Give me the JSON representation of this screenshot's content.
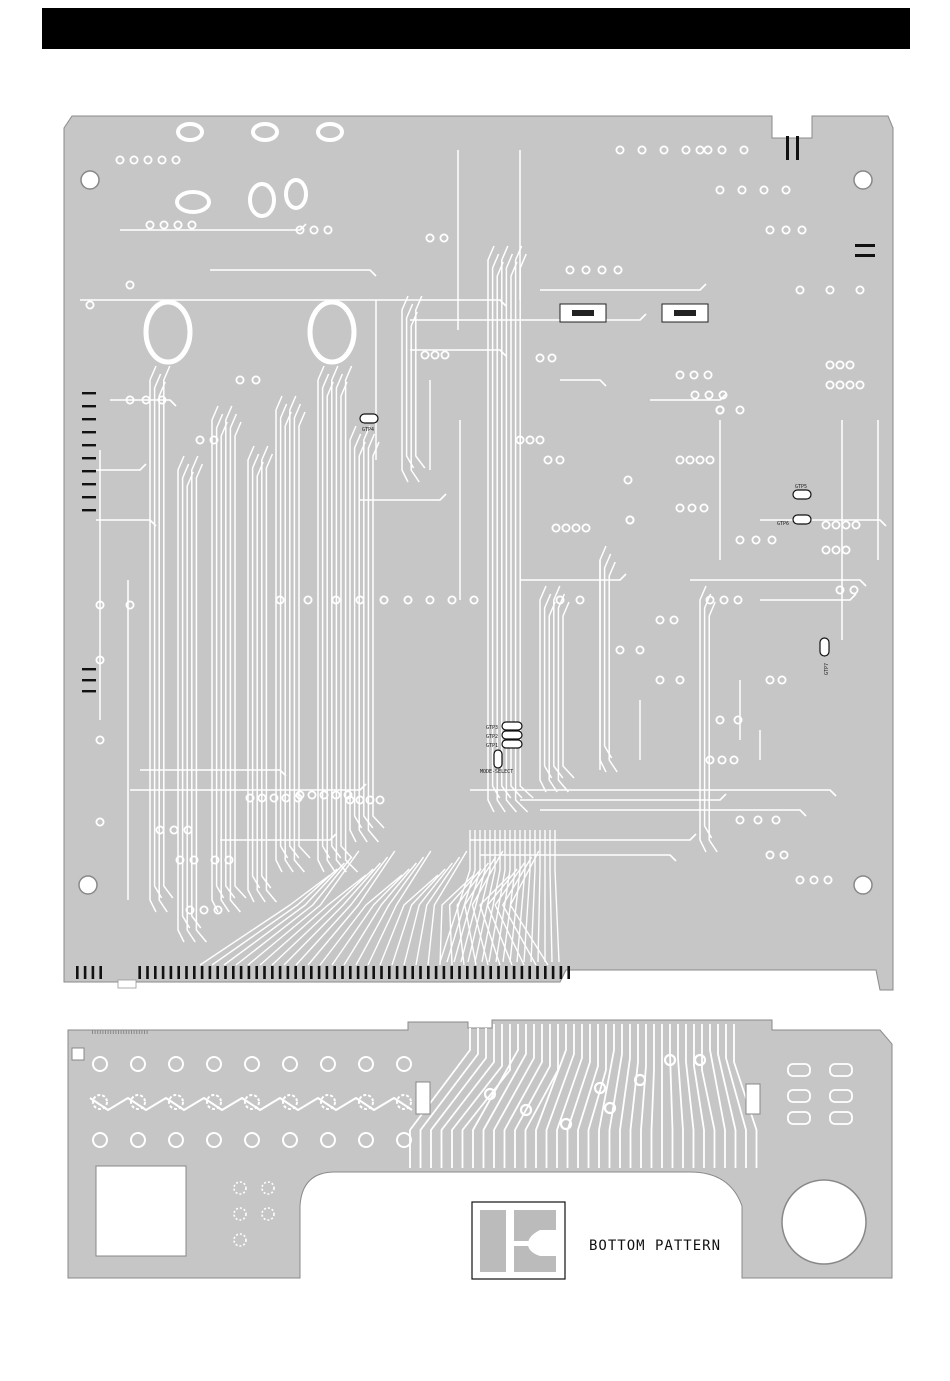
{
  "colors": {
    "copper": "#c6c6c6",
    "background": "#ffffff",
    "outline": "#8a8a8a",
    "header": "#000000",
    "pad": "#ffffff",
    "ink": "#111111"
  },
  "labels": {
    "gtp4": "GTP4",
    "gtp5": "GTP5",
    "gtp6": "GTP6",
    "gtp7": "GTP7",
    "gtp3": "GTP3",
    "gtp2": "GTP2",
    "gtp1": "GTP1",
    "mode_select": "MODE-SELECT"
  },
  "caption": "BOTTOM PATTERN"
}
